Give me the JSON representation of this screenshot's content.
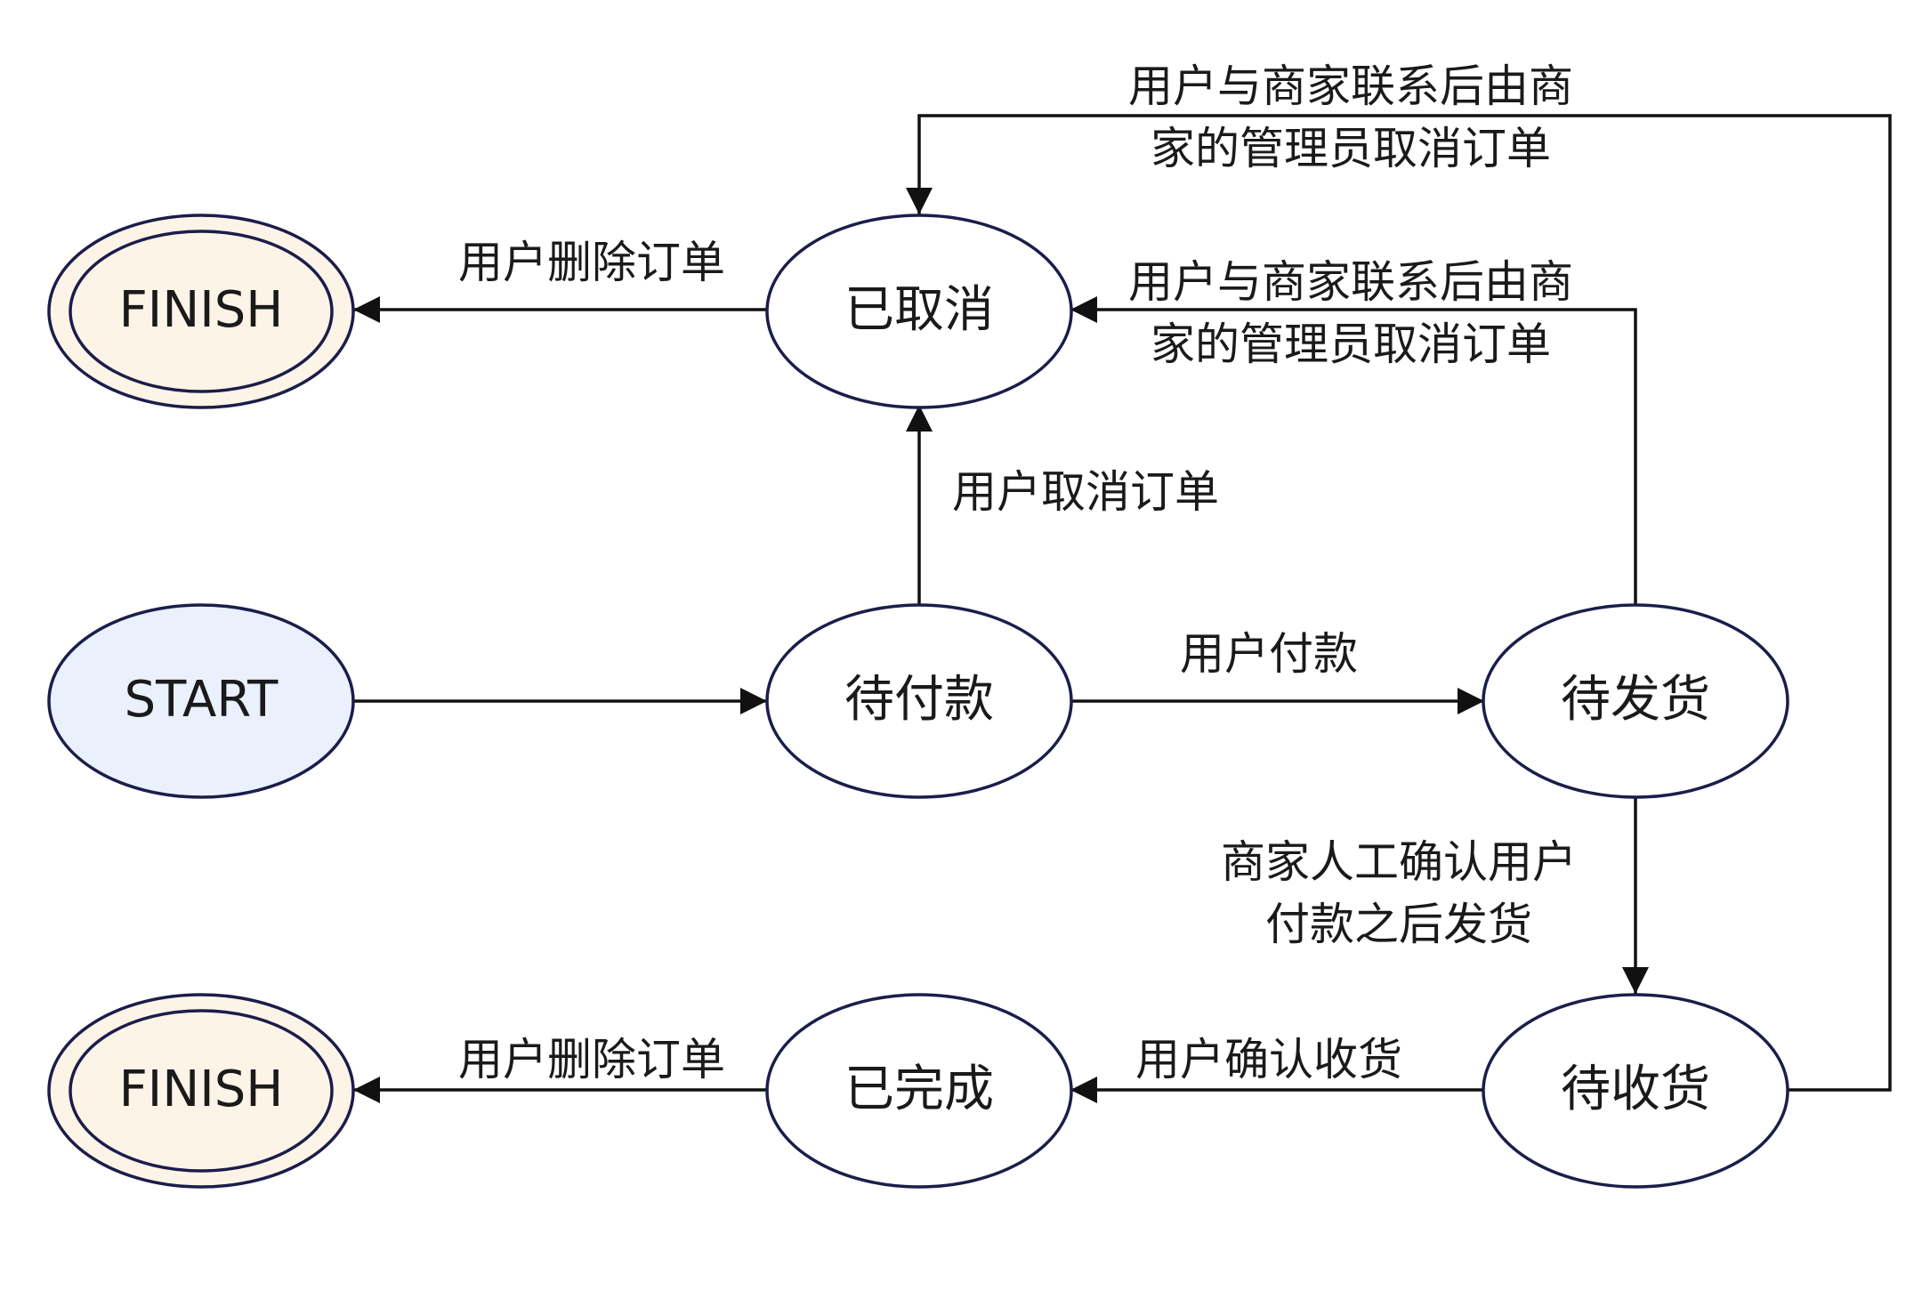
{
  "colors": {
    "start_fill": "#EAF1FD",
    "finish_fill": "#FDF4E8",
    "state_fill": "#FFFFFF",
    "state_stroke": "#1B1D4A",
    "edge_stroke": "#111111"
  },
  "nodes": {
    "start": "START",
    "finish_cancelled": "FINISH",
    "finish_completed": "FINISH",
    "cancelled": "已取消",
    "pending_payment": "待付款",
    "pending_shipment": "待发货",
    "pending_receipt": "待收货",
    "completed": "已完成"
  },
  "edges": {
    "cancelled_to_finish": "用户删除订单",
    "payment_to_cancelled": "用户取消订单",
    "payment_to_shipment": "用户付款",
    "shipment_to_cancelled": [
      "用户与商家联系后由商",
      "家的管理员取消订单"
    ],
    "receipt_to_cancelled": [
      "用户与商家联系后由商",
      "家的管理员取消订单"
    ],
    "shipment_to_receipt": [
      "商家人工确认用户",
      "付款之后发货"
    ],
    "receipt_to_completed": "用户确认收货",
    "completed_to_finish": "用户删除订单"
  }
}
